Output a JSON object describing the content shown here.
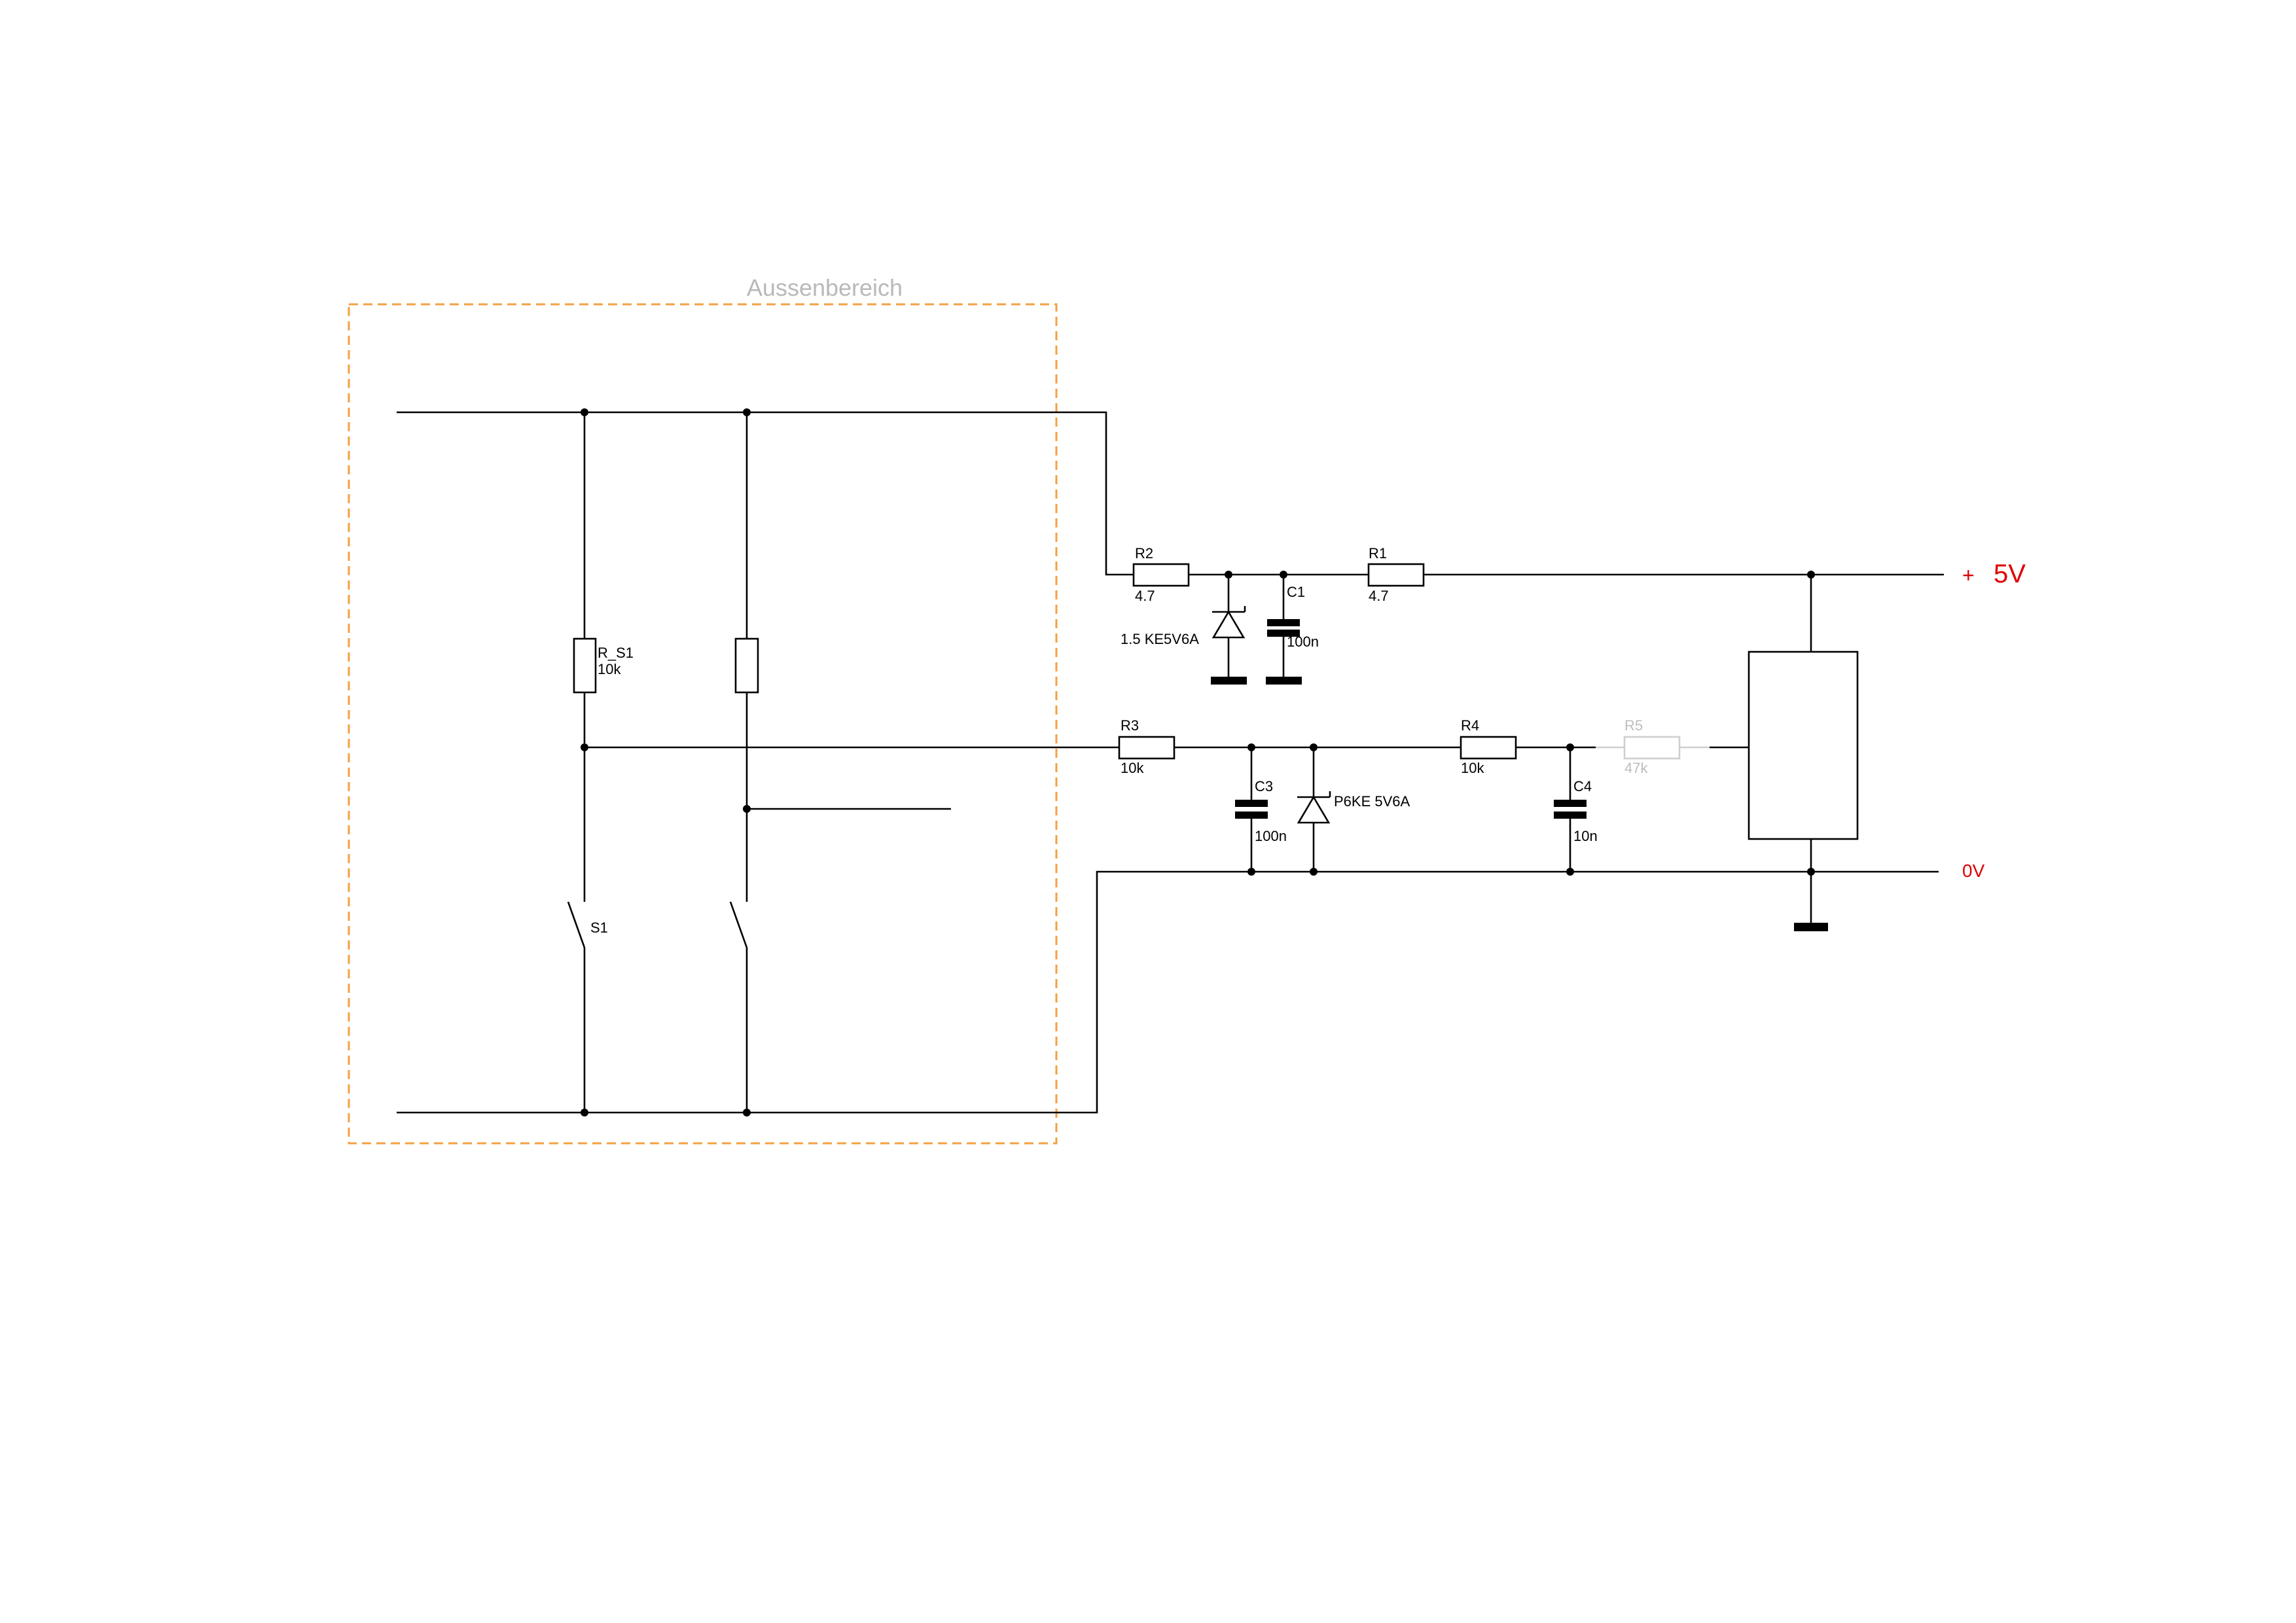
{
  "region": {
    "title": "Aussenbereich"
  },
  "components": {
    "r_s1": {
      "ref": "R_S1",
      "value": "10k"
    },
    "s1": {
      "ref": "S1"
    },
    "r2": {
      "ref": "R2",
      "value": "4.7"
    },
    "r1": {
      "ref": "R1",
      "value": "4.7"
    },
    "c1": {
      "ref": "C1",
      "value": "100n"
    },
    "d_top": {
      "value": "1.5 KE5V6A"
    },
    "r3": {
      "ref": "R3",
      "value": "10k"
    },
    "c3": {
      "ref": "C3",
      "value": "100n"
    },
    "d_mid": {
      "value": "P6KE 5V6A"
    },
    "r4": {
      "ref": "R4",
      "value": "10k"
    },
    "c4": {
      "ref": "C4",
      "value": "10n"
    },
    "r5": {
      "ref": "R5",
      "value": "47k"
    }
  },
  "rails": {
    "plus": "+",
    "supply": "5V",
    "ground": "0V"
  },
  "colors": {
    "region_border": "#f5a042",
    "rail_label": "#e00000",
    "faded": "#cfcfcf"
  }
}
